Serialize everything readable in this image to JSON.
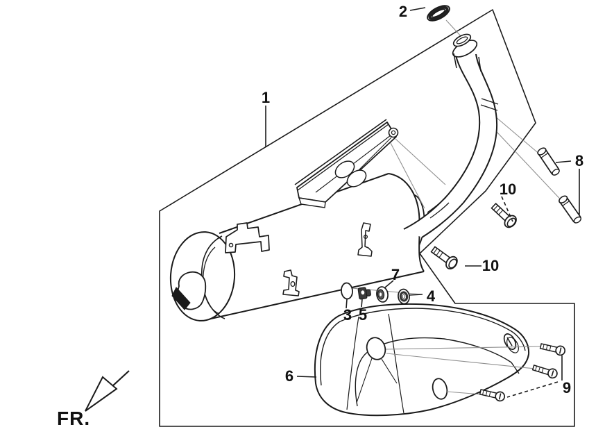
{
  "figure": {
    "callouts": {
      "c1": "1",
      "c2": "2",
      "c3": "3",
      "c4": "4",
      "c5": "5",
      "c6": "6",
      "c7": "7",
      "c8": "8",
      "c9": "9",
      "c10": "10"
    },
    "direction_label": "FR.",
    "colors": {
      "line": "#1a1a1a",
      "thin_line": "#8f8f8f",
      "background": "#ffffff"
    }
  }
}
